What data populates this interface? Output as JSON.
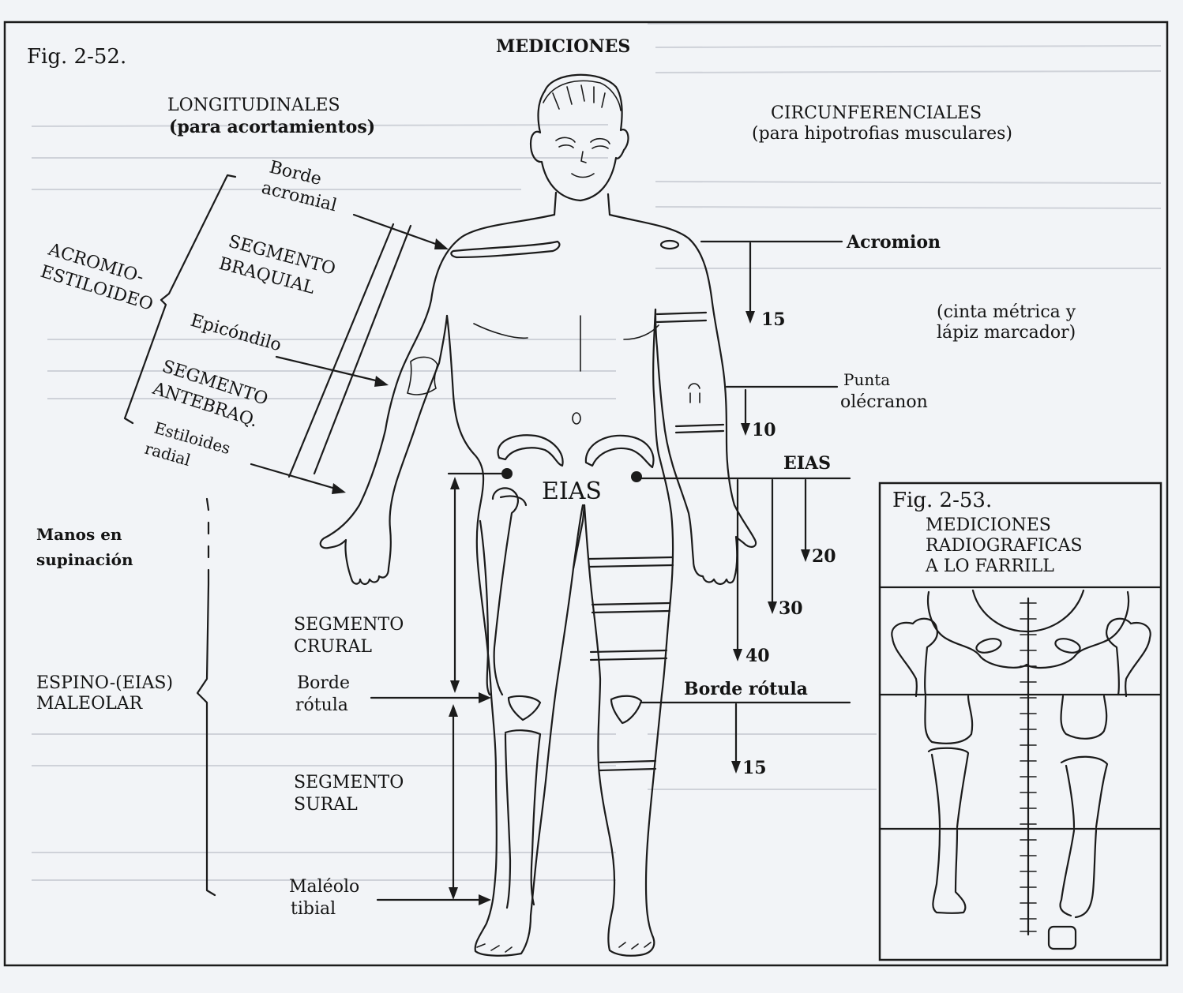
{
  "fig_main": {
    "label": "Fig. 2-52.",
    "title": "MEDICIONES",
    "left_heading": "LONGITUDINALES",
    "left_sub": "(para acortamientos)",
    "right_heading": "CIRCUNFERENCIALES",
    "right_sub": "(para hipotrofias musculares)"
  },
  "left_labels": {
    "borde_acromial_1": "Borde",
    "borde_acromial_2": "acromial",
    "seg_braquial_1": "SEGMENTO",
    "seg_braquial_2": "BRAQUIAL",
    "acromio_1": "ACROMIO-",
    "acromio_2": "ESTILOIDEO",
    "epicondilo": "Epicóndilo",
    "seg_antebraq_1": "SEGMENTO",
    "seg_antebraq_2": "ANTEBRAQ.",
    "estiloides_1": "Estiloides",
    "estiloides_2": "radial",
    "manos_1": "Manos en",
    "manos_2": "supinación",
    "espino_1": "ESPINO-(EIAS)",
    "espino_2": "MALEOLAR",
    "seg_crural_1": "SEGMENTO",
    "seg_crural_2": "CRURAL",
    "borde_rotula_1": "Borde",
    "borde_rotula_2": "rótula",
    "seg_sural_1": "SEGMENTO",
    "seg_sural_2": "SURAL",
    "maleolo_1": "Maléolo",
    "maleolo_2": "tibial"
  },
  "center_label": "EIAS",
  "right_labels": {
    "acromion": "Acromion",
    "m15_arm": "15",
    "cinta_1": "(cinta métrica y",
    "cinta_2": "lápiz marcador)",
    "punta_1": "Punta",
    "punta_2": "olécranon",
    "m10": "10",
    "eias": "EIAS",
    "m20": "20",
    "m30": "30",
    "m40": "40",
    "borde_rotula": "Borde rótula",
    "m15_leg": "15"
  },
  "fig_inset": {
    "label": "Fig. 2-53.",
    "title_1": "MEDICIONES",
    "title_2": "RADIOGRAFICAS",
    "title_3": "A LO FARRILL"
  }
}
